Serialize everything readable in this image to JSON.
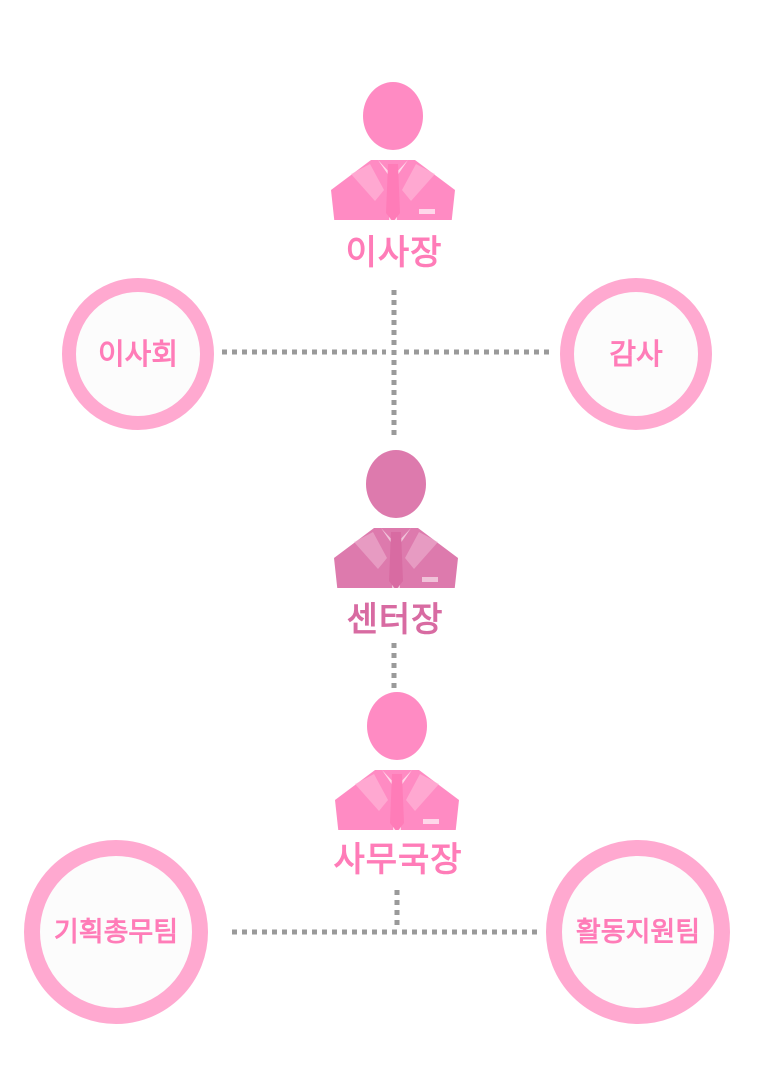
{
  "diagram": {
    "roles": {
      "chairman": "이사장",
      "center_director": "센터장",
      "secretary_general": "사무국장"
    },
    "advisory": {
      "board": "이사회",
      "audit": "감사"
    },
    "teams": {
      "planning": "기획총무팀",
      "support": "활동지원팀"
    },
    "colors": {
      "primary_pink": "#ff7cb8",
      "rose": "#d86ba2",
      "circle_ring": "#ffa9d0",
      "connector": "#999999"
    },
    "icons": {
      "person": "businessperson-icon"
    }
  }
}
